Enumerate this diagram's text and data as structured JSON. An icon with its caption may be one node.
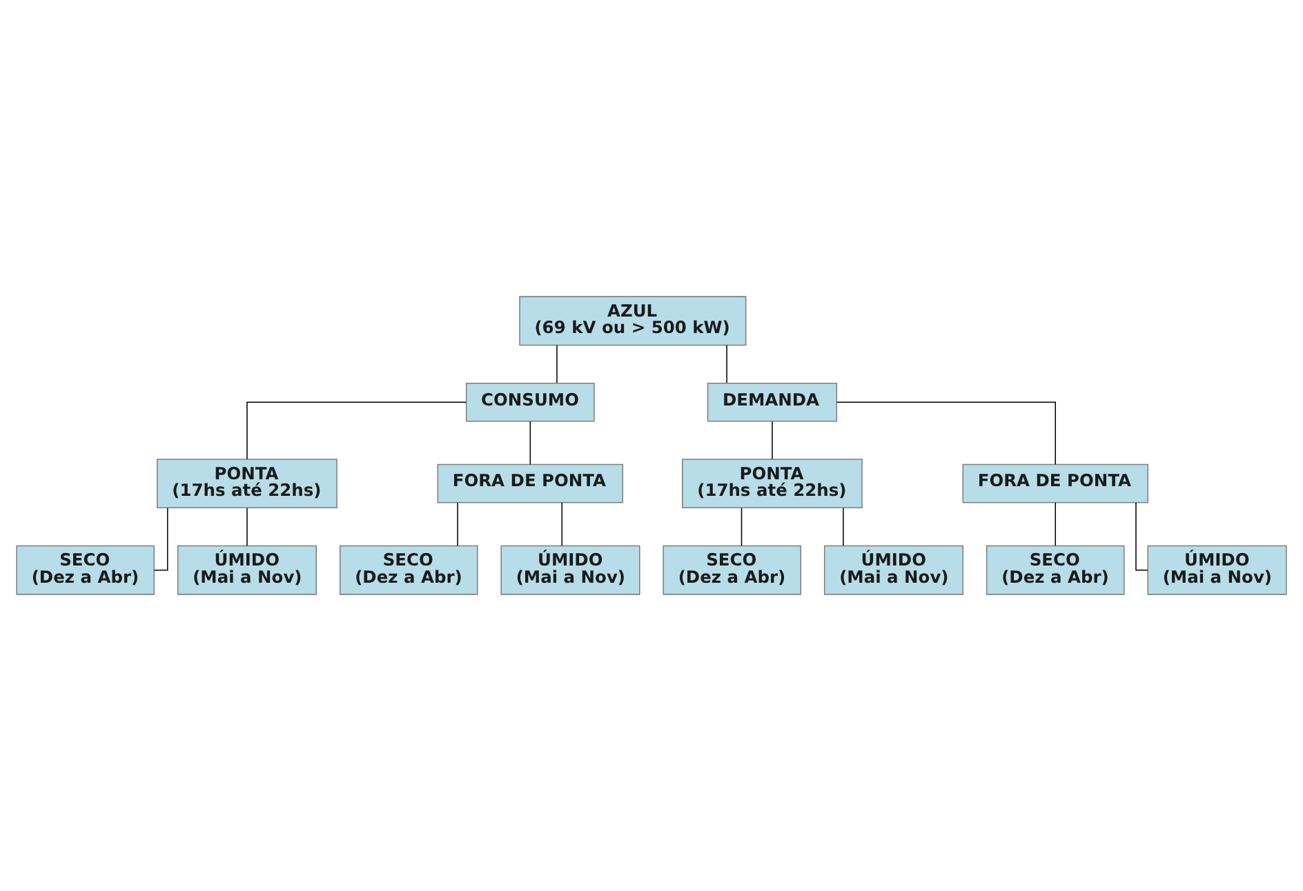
{
  "diagram": {
    "nodes": [
      {
        "text": [
          "AZUL",
          "(69 kV ou > 500 kW)"
        ]
      },
      {
        "text": [
          "CONSUMO"
        ]
      },
      {
        "text": [
          "DEMANDA"
        ]
      },
      {
        "text": [
          "PONTA",
          "(17hs até 22hs)"
        ]
      },
      {
        "text": [
          "FORA DE PONTA"
        ]
      },
      {
        "text": [
          "PONTA",
          "(17hs até 22hs)"
        ]
      },
      {
        "text": [
          "FORA DE PONTA"
        ]
      },
      {
        "text": [
          "SECO",
          "(Dez a Abr)"
        ]
      },
      {
        "text": [
          "ÚMIDO",
          "(Mai a Nov)"
        ]
      },
      {
        "text": [
          "SECO",
          "(Dez a Abr)"
        ]
      },
      {
        "text": [
          "ÚMIDO",
          "(Mai a Nov)"
        ]
      },
      {
        "text": [
          "SECO",
          "(Dez a Abr)"
        ]
      },
      {
        "text": [
          "ÚMIDO",
          "(Mai a Nov)"
        ]
      },
      {
        "text": [
          "SECO",
          "(Dez a Abr)"
        ]
      },
      {
        "text": [
          "ÚMIDO",
          "(Mai a Nov)"
        ]
      }
    ],
    "edges": [
      {
        "from": 0,
        "to": 1,
        "arrow": "none"
      },
      {
        "from": 0,
        "to": 2,
        "arrow": "none"
      },
      {
        "from": 1,
        "to": 3,
        "arrow": "none"
      },
      {
        "from": 1,
        "to": 4,
        "arrow": "none"
      },
      {
        "from": 2,
        "to": 5,
        "arrow": "none"
      },
      {
        "from": 2,
        "to": 6,
        "arrow": "none"
      },
      {
        "from": 3,
        "to": 7,
        "arrow": "none"
      },
      {
        "from": 3,
        "to": 8,
        "arrow": "none"
      },
      {
        "from": 4,
        "to": 9,
        "arrow": "none"
      },
      {
        "from": 4,
        "to": 10,
        "arrow": "none"
      },
      {
        "from": 5,
        "to": 11,
        "arrow": "none"
      },
      {
        "from": 5,
        "to": 12,
        "arrow": "none"
      },
      {
        "from": 6,
        "to": 13,
        "arrow": "none"
      },
      {
        "from": 6,
        "to": 14,
        "arrow": "none"
      }
    ]
  }
}
